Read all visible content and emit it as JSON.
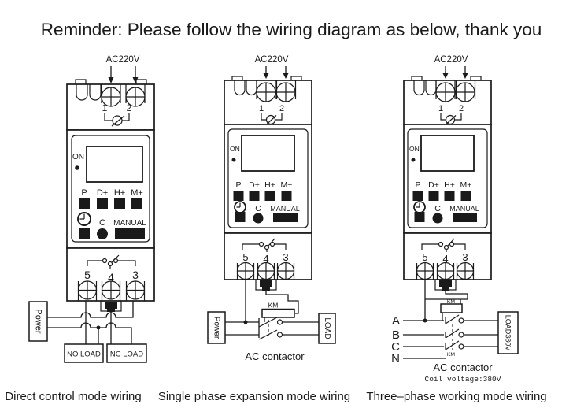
{
  "title": "Reminder: Please follow the wiring diagram as below, thank you",
  "diagrams": [
    {
      "caption": "Direct control mode wiring",
      "supply": "AC220V",
      "t1": "1",
      "t2": "2",
      "on_label": "ON",
      "btn_p": "P",
      "btn_d": "D+",
      "btn_h": "H+",
      "btn_m": "M+",
      "c_label": "C",
      "manual_label": "MANUAL",
      "n5": "5",
      "n4": "4",
      "n3": "3",
      "power_label": "Power",
      "no_load_label": "NO LOAD",
      "nc_load_label": "NC LOAD"
    },
    {
      "caption": "Single phase expansion mode wiring",
      "supply": "AC220V",
      "t1": "1",
      "t2": "2",
      "on_label": "ON",
      "btn_p": "P",
      "btn_d": "D+",
      "btn_h": "H+",
      "btn_m": "M+",
      "c_label": "C",
      "manual_label": "MANUAL",
      "n5": "5",
      "n4": "4",
      "n3": "3",
      "power_label": "Power",
      "km_label": "KM",
      "load_label": "LOAD",
      "contactor_label": "AC contactor"
    },
    {
      "caption": "Three–phase working mode wiring",
      "supply": "AC220V",
      "t1": "1",
      "t2": "2",
      "on_label": "ON",
      "btn_p": "P",
      "btn_d": "D+",
      "btn_h": "H+",
      "btn_m": "M+",
      "c_label": "C",
      "manual_label": "MANUAL",
      "n5": "5",
      "n4": "4",
      "n3": "3",
      "phase_a": "A",
      "phase_b": "B",
      "phase_c": "C",
      "phase_n": "N",
      "km_top": "KM",
      "km_bottom": "KM",
      "load_label": "LOAD380V",
      "contactor_label": "AC contactor",
      "coil_voltage": "Coil voltage:380V"
    }
  ]
}
